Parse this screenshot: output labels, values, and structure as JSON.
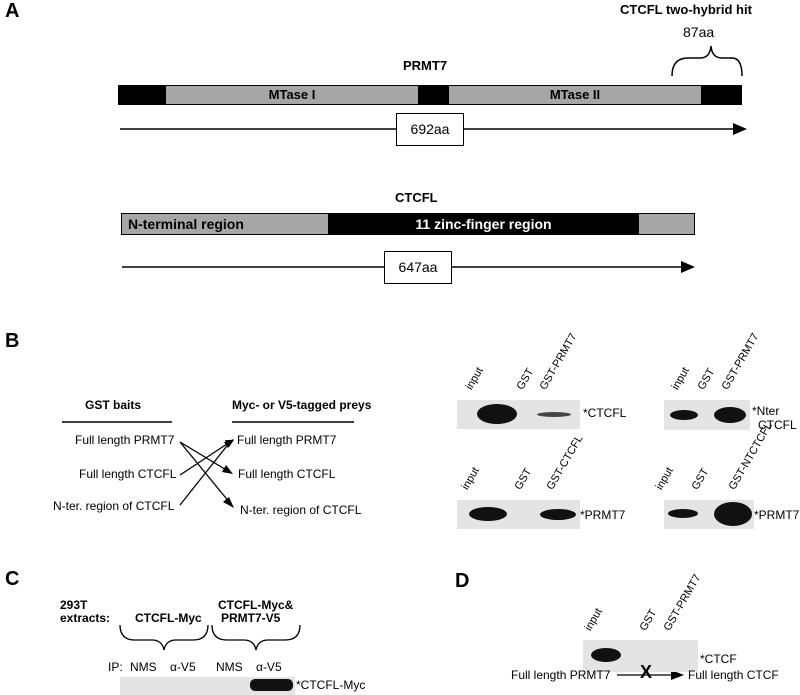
{
  "panel_letters": {
    "a": "A",
    "b": "B",
    "c": "C",
    "d": "D"
  },
  "panel_a": {
    "hit_title": "CTCFL two-hybrid hit",
    "hit_length": "87aa",
    "prmt7": {
      "name": "PRMT7",
      "domain1": "MTase I",
      "domain2": "MTase II",
      "length": "692aa"
    },
    "ctcfl": {
      "name": "CTCFL",
      "region1": "N-terminal region",
      "region2": "11 zinc-finger region",
      "length": "647aa"
    }
  },
  "panel_b": {
    "baits_header": "GST baits",
    "preys_header": "Myc- or V5-tagged preys",
    "baits": [
      "Full length PRMT7",
      "Full length CTCFL",
      "N-ter. region of CTCFL"
    ],
    "preys": [
      "Full length PRMT7",
      "Full length CTCFL",
      "N-ter. region of CTCFL"
    ],
    "blot1": {
      "lanes": [
        "input",
        "GST",
        "GST-PRMT7"
      ],
      "label": "CTCFL"
    },
    "blot2": {
      "lanes": [
        "input",
        "GST",
        "GST-PRMT7"
      ],
      "label_line1": "Nter",
      "label_line2": "CTCFL"
    },
    "blot3": {
      "lanes": [
        "input",
        "GST",
        "GST-CTCFL"
      ],
      "label": "PRMT7"
    },
    "blot4": {
      "lanes": [
        "input",
        "GST",
        "GST-NTCTCFL"
      ],
      "label": "PRMT7"
    },
    "star": "*"
  },
  "panel_c": {
    "extracts_line1": "293T",
    "extracts_line2": "extracts:",
    "group1": "CTCFL-Myc",
    "group2_line1": "CTCFL-Myc&",
    "group2_line2": "PRMT7-V5",
    "ip_label": "IP:",
    "lanes": [
      "NMS",
      "α-V5",
      "NMS",
      "α-V5"
    ],
    "band_label": "CTCFL-Myc"
  },
  "panel_d": {
    "lanes": [
      "input",
      "GST",
      "GST-PRMT7"
    ],
    "label": "CTCF",
    "from": "Full length PRMT7",
    "to": "Full length CTCF",
    "cross": "X"
  }
}
